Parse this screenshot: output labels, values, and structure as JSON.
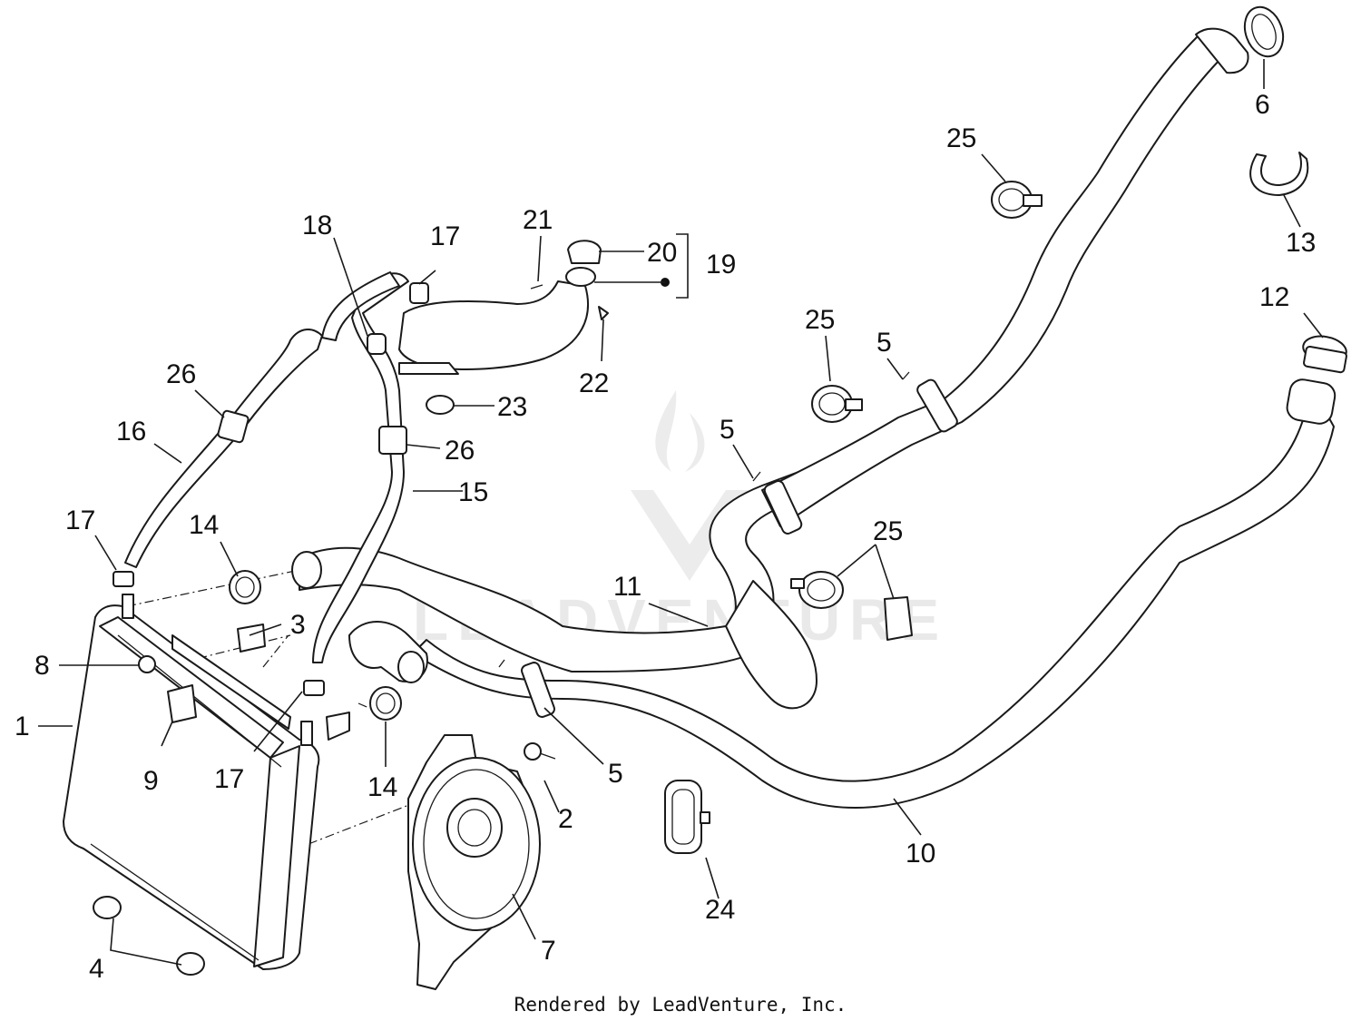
{
  "callouts": [
    {
      "id": "c1",
      "text": "1"
    },
    {
      "id": "c2",
      "text": "2"
    },
    {
      "id": "c3",
      "text": "3"
    },
    {
      "id": "c4",
      "text": "4"
    },
    {
      "id": "c5a",
      "text": "5"
    },
    {
      "id": "c5b",
      "text": "5"
    },
    {
      "id": "c5c",
      "text": "5"
    },
    {
      "id": "c6",
      "text": "6"
    },
    {
      "id": "c7",
      "text": "7"
    },
    {
      "id": "c8",
      "text": "8"
    },
    {
      "id": "c9",
      "text": "9"
    },
    {
      "id": "c10",
      "text": "10"
    },
    {
      "id": "c11",
      "text": "11"
    },
    {
      "id": "c12",
      "text": "12"
    },
    {
      "id": "c13",
      "text": "13"
    },
    {
      "id": "c14a",
      "text": "14"
    },
    {
      "id": "c14b",
      "text": "14"
    },
    {
      "id": "c15",
      "text": "15"
    },
    {
      "id": "c16",
      "text": "16"
    },
    {
      "id": "c17a",
      "text": "17"
    },
    {
      "id": "c17b",
      "text": "17"
    },
    {
      "id": "c17c",
      "text": "17"
    },
    {
      "id": "c18",
      "text": "18"
    },
    {
      "id": "c19",
      "text": "19"
    },
    {
      "id": "c20",
      "text": "20"
    },
    {
      "id": "c21",
      "text": "21"
    },
    {
      "id": "c22",
      "text": "22"
    },
    {
      "id": "c23",
      "text": "23"
    },
    {
      "id": "c24",
      "text": "24"
    },
    {
      "id": "c25a",
      "text": "25"
    },
    {
      "id": "c25b",
      "text": "25"
    },
    {
      "id": "c25c",
      "text": "25"
    },
    {
      "id": "c26a",
      "text": "26"
    },
    {
      "id": "c26b",
      "text": "26"
    }
  ],
  "watermark": {
    "text": "LEADVENTURE"
  },
  "credit": {
    "text": "Rendered by LeadVenture, Inc."
  }
}
